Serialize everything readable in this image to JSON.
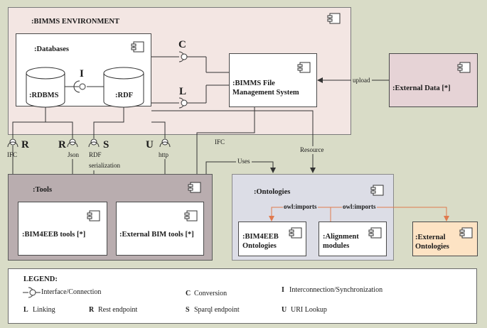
{
  "environment": {
    "title": ":BIMMS ENVIRONMENT",
    "color": "#f3e6e3"
  },
  "databases": {
    "title": ":Databases",
    "rdbms": ":RDBMS",
    "rdf": ":RDF",
    "interconnect_letter": "I"
  },
  "file_system": {
    "line1": ":BIMMS File",
    "line2": "Management System"
  },
  "external_data": {
    "label": ":External Data [*]",
    "color": "#e6d3d6"
  },
  "connectors": {
    "conversion": "C",
    "linking": "L",
    "upload": "upload",
    "ifc_flow": "IFC",
    "resource": "Resource",
    "uses": "Uses"
  },
  "endpoints": [
    {
      "letter": "",
      "label": "IFC"
    },
    {
      "letter": "R",
      "label": ""
    },
    {
      "letter": "R",
      "label": "Json"
    },
    {
      "letter": "S",
      "label": "RDF"
    },
    {
      "letter": "",
      "label": "serialization"
    },
    {
      "letter": "U",
      "label": "http"
    }
  ],
  "tools": {
    "title": ":Tools",
    "color": "#b9adaf",
    "items": [
      ":BIM4EEB tools [*]",
      ":External BIM tools [*]"
    ]
  },
  "ontologies": {
    "title": ":Ontologies",
    "color": "#dcdde6",
    "items": [
      {
        "line1": ":BIM4EEB",
        "line2": "Ontologies"
      },
      {
        "line1": ":Alignment",
        "line2": "modules"
      }
    ],
    "imports_left": "owl:imports",
    "imports_right": "owl:imports",
    "arrow_color": "#e07a4e"
  },
  "external_ontologies": {
    "line1": ":External",
    "line2": "Ontologies",
    "color": "#fde3c4"
  },
  "legend": {
    "title": "LEGEND:",
    "interface": "Interface/Connection",
    "conversion_letter": "C",
    "conversion": "Conversion",
    "interconnection_letter": "I",
    "interconnection": "Interconnection/Synchronization",
    "linking_letter": "L",
    "linking": "Linking",
    "rest_letter": "R",
    "rest": "Rest endpoint",
    "sparql_letter": "S",
    "sparql": "Sparql endpoint",
    "uri_letter": "U",
    "uri": "URI Lookup"
  }
}
